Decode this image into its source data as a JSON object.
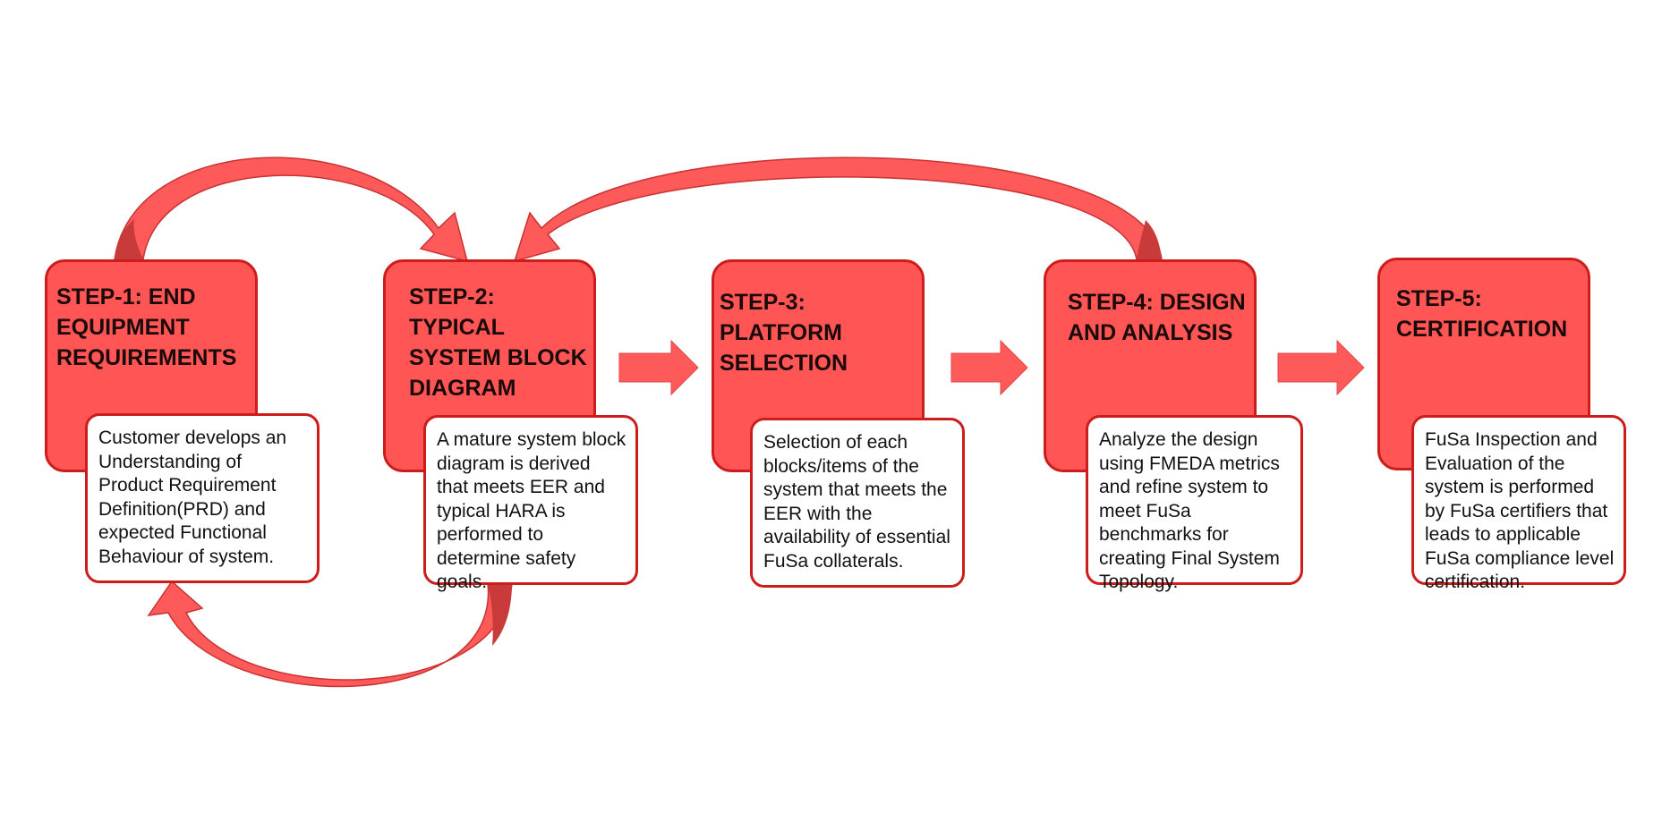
{
  "colors": {
    "step_fill": "#ff5555",
    "step_border": "#cc1c1c",
    "arrow_fill": "#ff5a5a",
    "arrow_shade": "#d43b3b",
    "text": "#111111"
  },
  "steps": [
    {
      "title": "STEP-1: END\nEQUIPMENT\nREQUIREMENTS",
      "description": "Customer develops an Understanding of Product Requirement Definition(PRD) and expected Functional Behaviour of system."
    },
    {
      "title": "STEP-2: TYPICAL\nSYSTEM BLOCK\nDIAGRAM",
      "description": "A mature system block diagram is derived that meets EER and typical HARA is performed to determine safety goals."
    },
    {
      "title": "STEP-3: PLATFORM\nSELECTION",
      "description": "Selection of each blocks/items of the system that meets the EER with the availability of essential FuSa collaterals."
    },
    {
      "title": "STEP-4: DESIGN\nAND ANALYSIS",
      "description": "Analyze the design using FMEDA metrics and refine system to meet FuSa benchmarks for creating Final System Topology."
    },
    {
      "title": "STEP-5:\nCERTIFICATION",
      "description": "FuSa Inspection and Evaluation of the system is performed by FuSa certifiers that leads to applicable FuSa compliance level certification."
    }
  ],
  "connectors": [
    {
      "from": "step-1",
      "to": "step-2",
      "kind": "curved-feedback-top"
    },
    {
      "from": "step-4",
      "to": "step-2",
      "kind": "curved-feedback-top"
    },
    {
      "from": "step-2",
      "to": "step-1",
      "kind": "curved-feedback-bottom"
    },
    {
      "from": "step-2",
      "to": "step-3",
      "kind": "block-arrow"
    },
    {
      "from": "step-3",
      "to": "step-4",
      "kind": "block-arrow"
    },
    {
      "from": "step-4",
      "to": "step-5",
      "kind": "block-arrow"
    }
  ]
}
